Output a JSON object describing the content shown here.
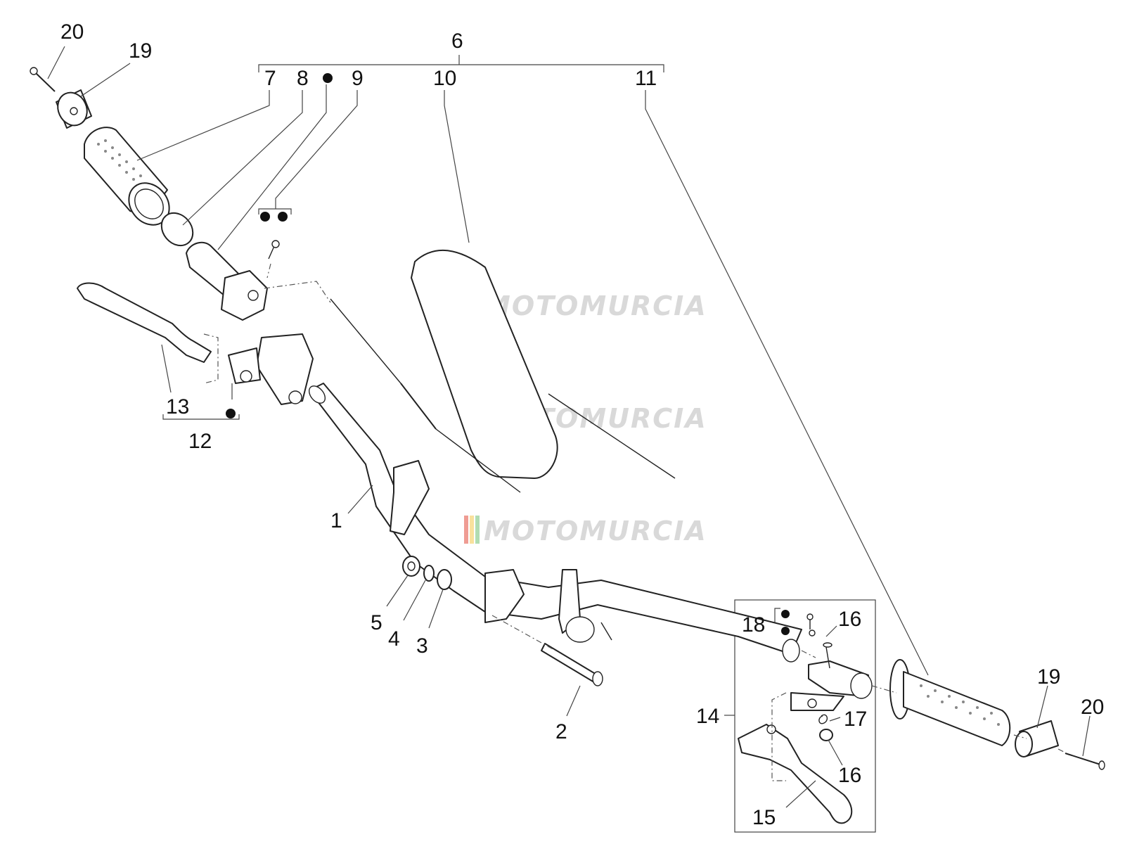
{
  "callouts": {
    "n1": "1",
    "n2": "2",
    "n3": "3",
    "n4": "4",
    "n5": "5",
    "n6": "6",
    "n7": "7",
    "n8": "8",
    "n9": "9",
    "n10": "10",
    "n11": "11",
    "n12": "12",
    "n13": "13",
    "n14": "14",
    "n15": "15",
    "n16a": "16",
    "n16b": "16",
    "n17": "17",
    "n18": "18",
    "n19a": "19",
    "n19b": "19",
    "n20a": "20",
    "n20b": "20"
  },
  "watermark": {
    "text": "MOTOMURCIA",
    "stripe_colors": [
      "#e14b3b",
      "#f2c94c",
      "#6fbf73"
    ]
  },
  "colors": {
    "line": "#222222",
    "text": "#111111"
  }
}
